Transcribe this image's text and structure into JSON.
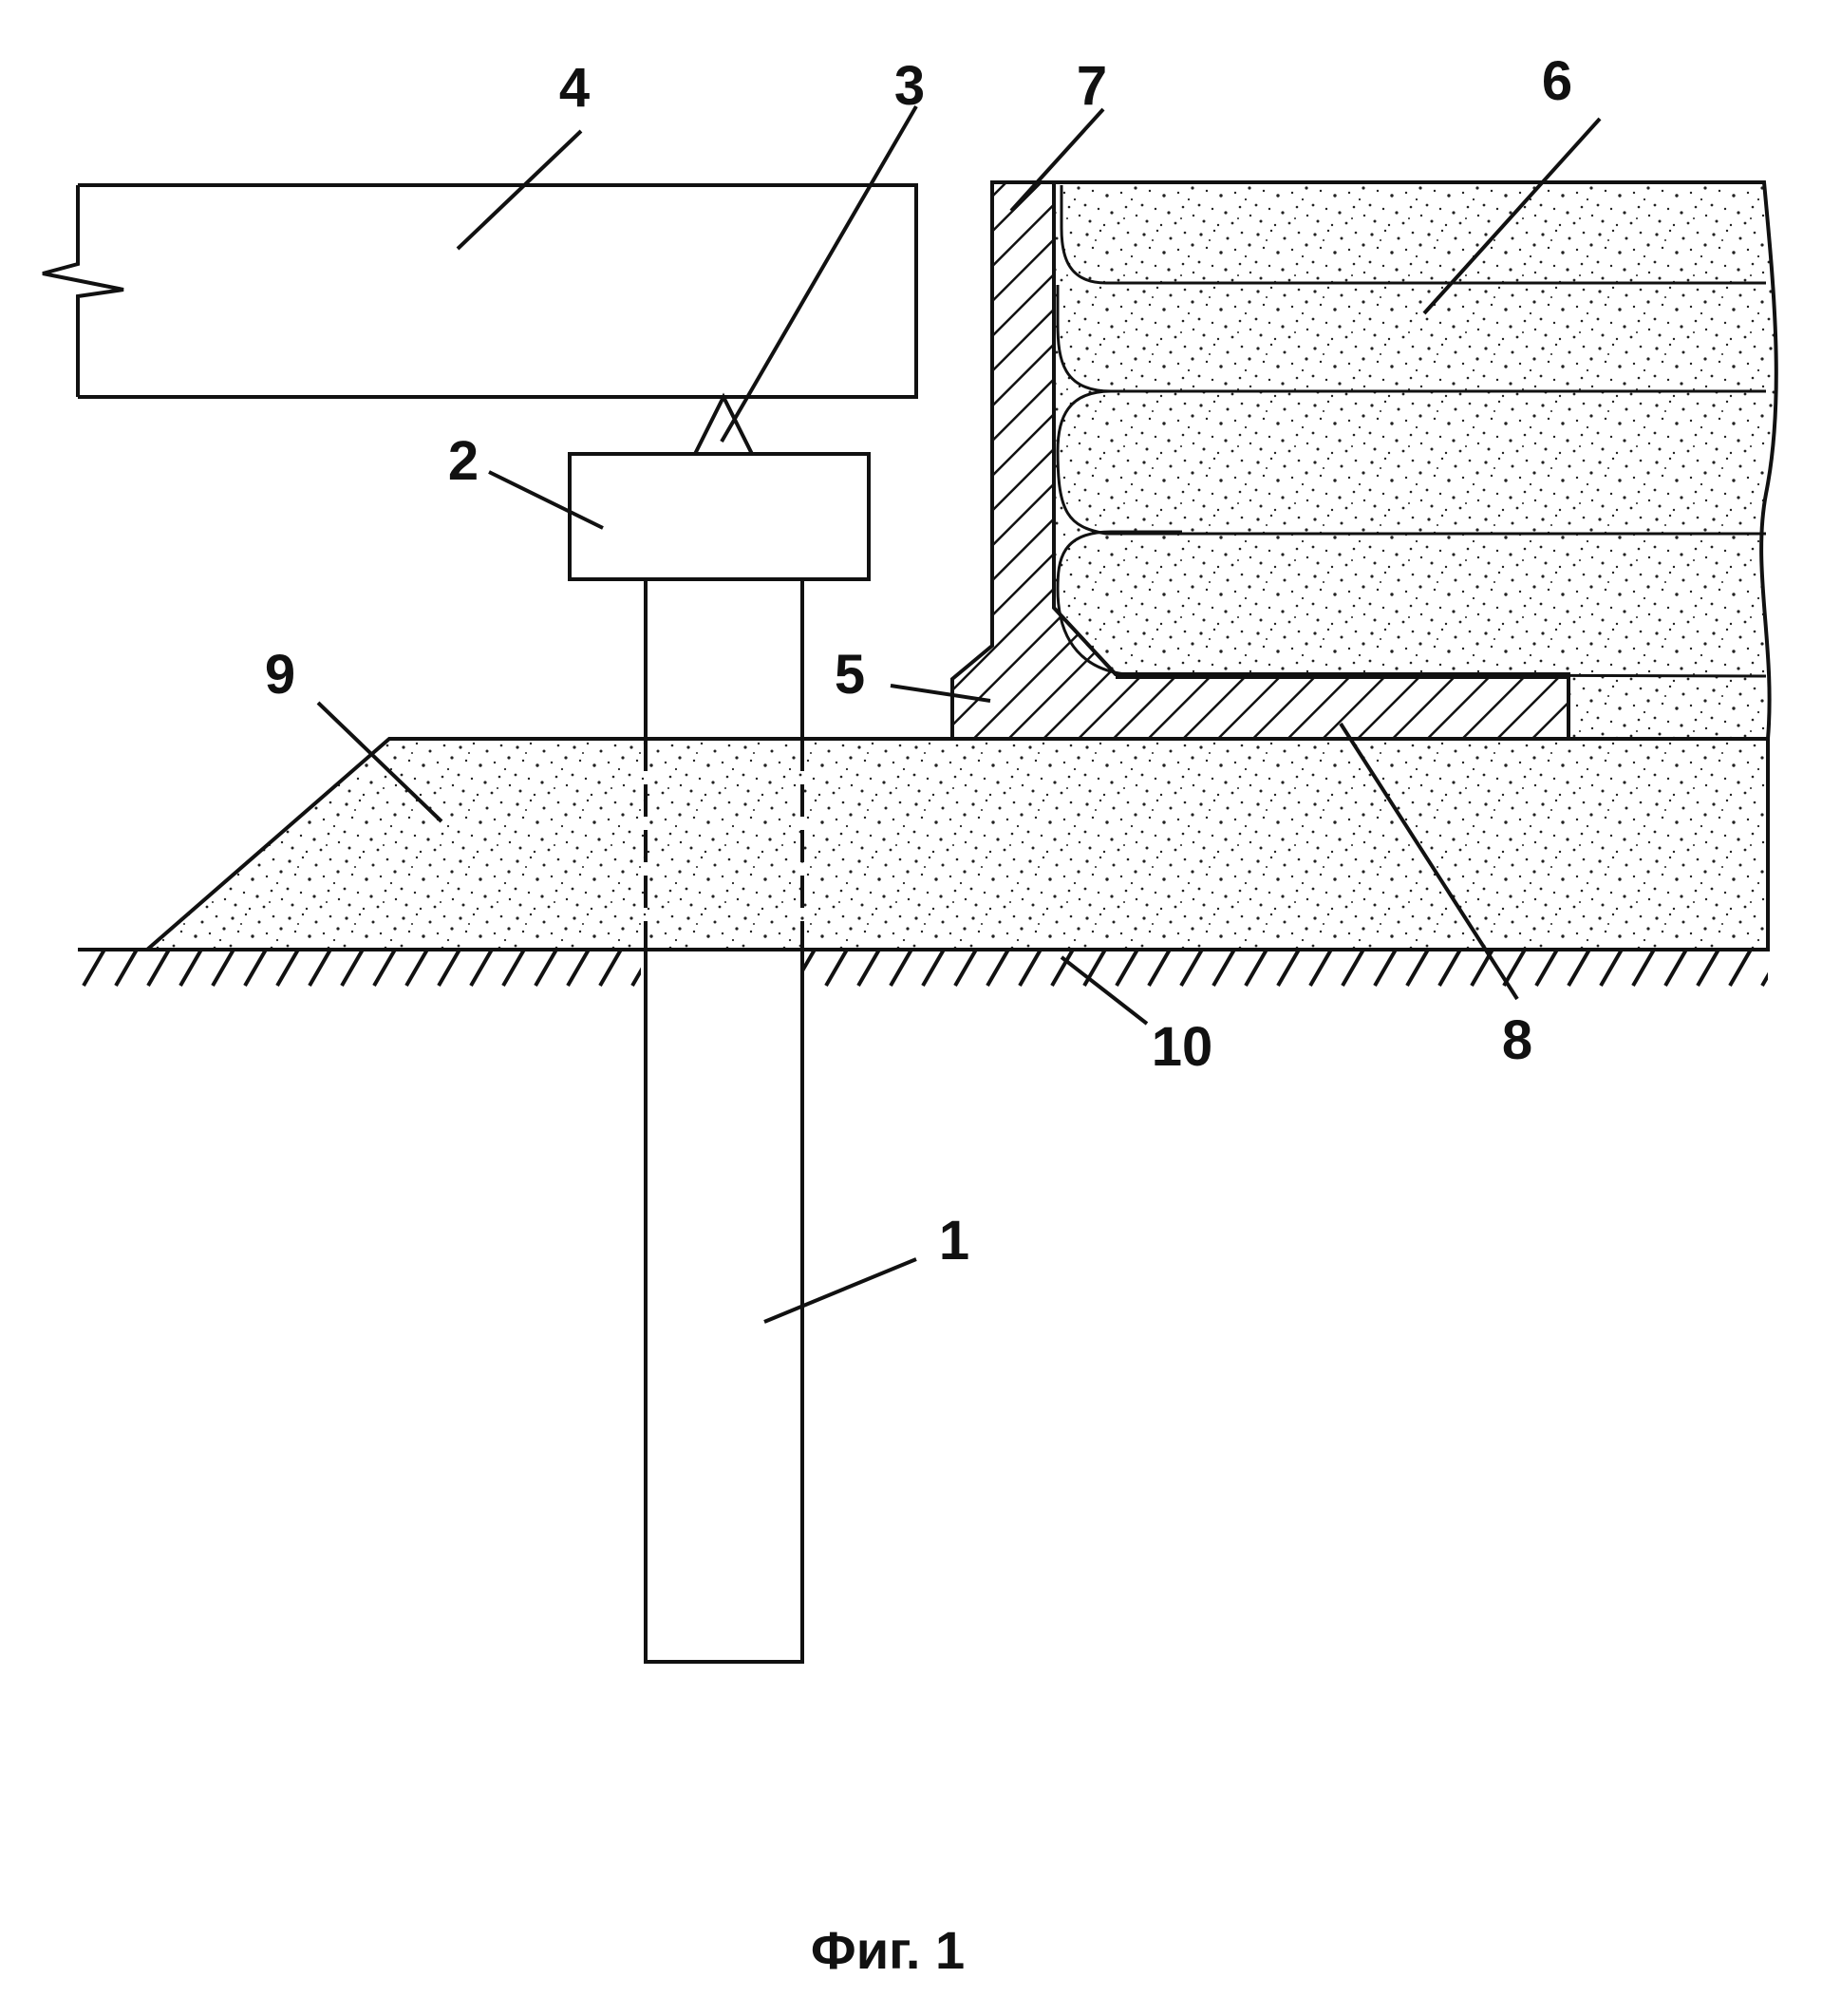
{
  "labels": {
    "l1": "1",
    "l2": "2",
    "l3": "3",
    "l4": "4",
    "l5": "5",
    "l6": "6",
    "l7": "7",
    "l8": "8",
    "l9": "9",
    "l10": "10"
  },
  "caption": "Фиг. 1",
  "colors": {
    "ink": "#111111",
    "paper": "#ffffff"
  }
}
